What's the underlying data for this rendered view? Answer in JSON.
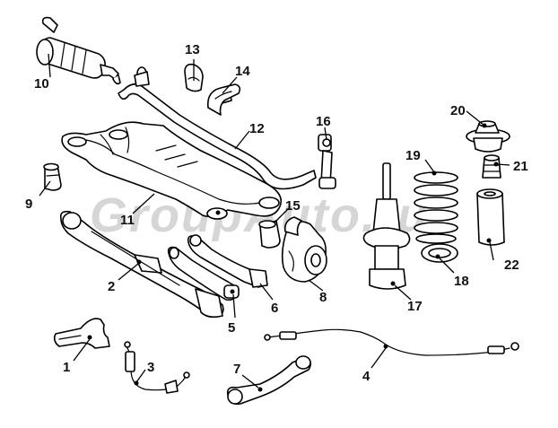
{
  "watermark": "GroupAuto.ru",
  "callouts": [
    {
      "id": "1",
      "part": "bracket"
    },
    {
      "id": "2",
      "part": "lower-control-arm"
    },
    {
      "id": "3",
      "part": "abs-sensor-cable"
    },
    {
      "id": "4",
      "part": "parking-brake-cable"
    },
    {
      "id": "5",
      "part": "arm-bushing"
    },
    {
      "id": "6",
      "part": "upper-control-arm"
    },
    {
      "id": "7",
      "part": "trailing-link"
    },
    {
      "id": "8",
      "part": "wheel-knuckle"
    },
    {
      "id": "9",
      "part": "mount-bushing"
    },
    {
      "id": "10",
      "part": "fuel-pump"
    },
    {
      "id": "11",
      "part": "rear-subframe"
    },
    {
      "id": "12",
      "part": "stabilizer-bar"
    },
    {
      "id": "13",
      "part": "stabilizer-bushing"
    },
    {
      "id": "14",
      "part": "stabilizer-clamp"
    },
    {
      "id": "15",
      "part": "knuckle-bushing"
    },
    {
      "id": "16",
      "part": "stabilizer-link"
    },
    {
      "id": "17",
      "part": "shock-absorber"
    },
    {
      "id": "18",
      "part": "spring-seat"
    },
    {
      "id": "19",
      "part": "coil-spring"
    },
    {
      "id": "20",
      "part": "strut-mount"
    },
    {
      "id": "21",
      "part": "bump-stop"
    },
    {
      "id": "22",
      "part": "dust-boot"
    }
  ]
}
